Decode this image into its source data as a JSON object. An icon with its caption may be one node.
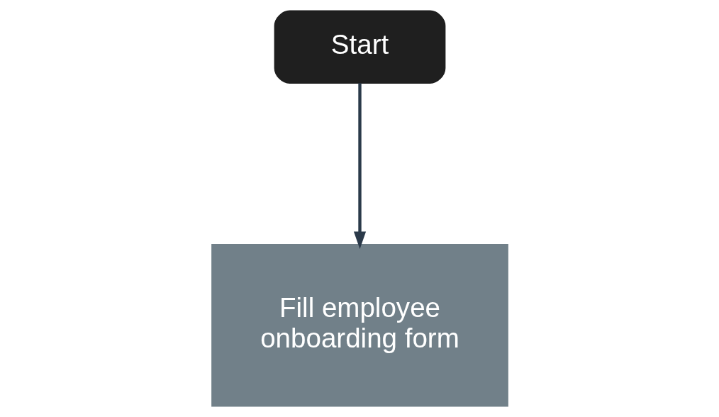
{
  "diagram": {
    "nodes": [
      {
        "text": [
          "Start"
        ]
      },
      {
        "text": [
          "Fill employee onboarding form"
        ]
      }
    ],
    "edges": [
      {
        "from": 0,
        "to": 1,
        "arrow": "to"
      }
    ]
  }
}
